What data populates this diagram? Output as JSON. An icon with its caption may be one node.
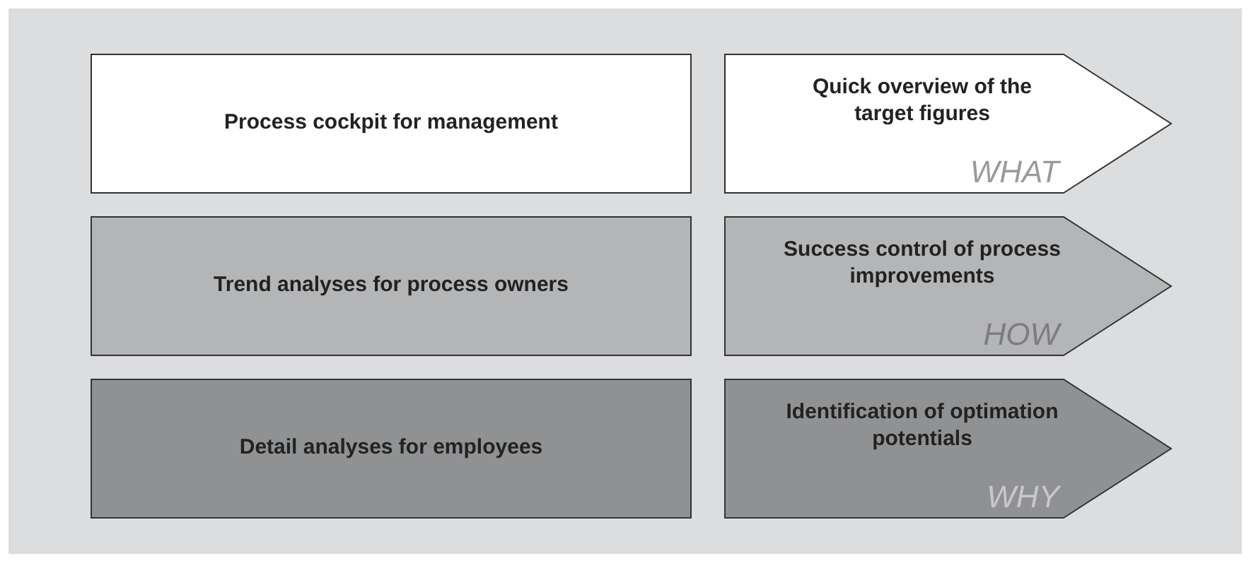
{
  "diagram": {
    "nodes": [
      {
        "text": [
          "Process cockpit for management"
        ]
      },
      {
        "text": [
          "Quick overview of the target figures",
          "WHAT"
        ]
      },
      {
        "text": [
          "Trend analyses for process owners"
        ]
      },
      {
        "text": [
          "Success control of process improvements",
          "HOW"
        ]
      },
      {
        "text": [
          "Detail analyses for employees"
        ]
      },
      {
        "text": [
          "Identification of optimation potentials",
          "WHY"
        ]
      }
    ]
  }
}
